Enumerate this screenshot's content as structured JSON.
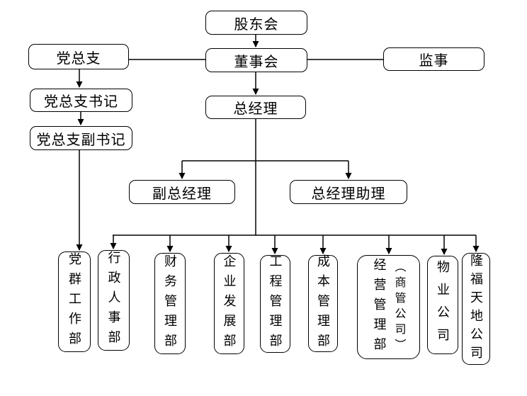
{
  "chart_data": {
    "type": "org-chart",
    "title": "",
    "nodes": {
      "shareholders": "股东会",
      "board": "董事会",
      "party_branch": "党总支",
      "supervisor": "监事",
      "party_secretary": "党总支书记",
      "general_manager": "总经理",
      "party_deputy_secretary": "党总支副书记",
      "deputy_gm": "副总经理",
      "gm_assistant": "总经理助理"
    },
    "departments": [
      {
        "label": "党群工作部"
      },
      {
        "label": "行政人事部"
      },
      {
        "label": "财务管理部"
      },
      {
        "label": "企业发展部"
      },
      {
        "label": "工程管理部"
      },
      {
        "label": "成本管理部"
      },
      {
        "label": "经营管理部",
        "label2": "（商管公司）"
      },
      {
        "label": "物业公司"
      },
      {
        "label": "隆福天地公司"
      }
    ],
    "edges": [
      "股东会→董事会",
      "党总支—董事会",
      "董事会—监事",
      "董事会→总经理",
      "党总支→党总支书记",
      "党总支书记→党总支副书记",
      "党总支副书记→党群工作部",
      "总经理→副总经理",
      "总经理→总经理助理",
      "总经理→行政人事部",
      "总经理→财务管理部",
      "总经理→企业发展部",
      "总经理→工程管理部",
      "总经理→成本管理部",
      "总经理→经营管理部（商管公司）",
      "总经理→物业公司",
      "总经理→隆福天地公司"
    ],
    "colors": {
      "line": "#000000",
      "box_border": "#000000",
      "box_fill": "#ffffff",
      "text": "#000000",
      "background": "#ffffff"
    }
  }
}
